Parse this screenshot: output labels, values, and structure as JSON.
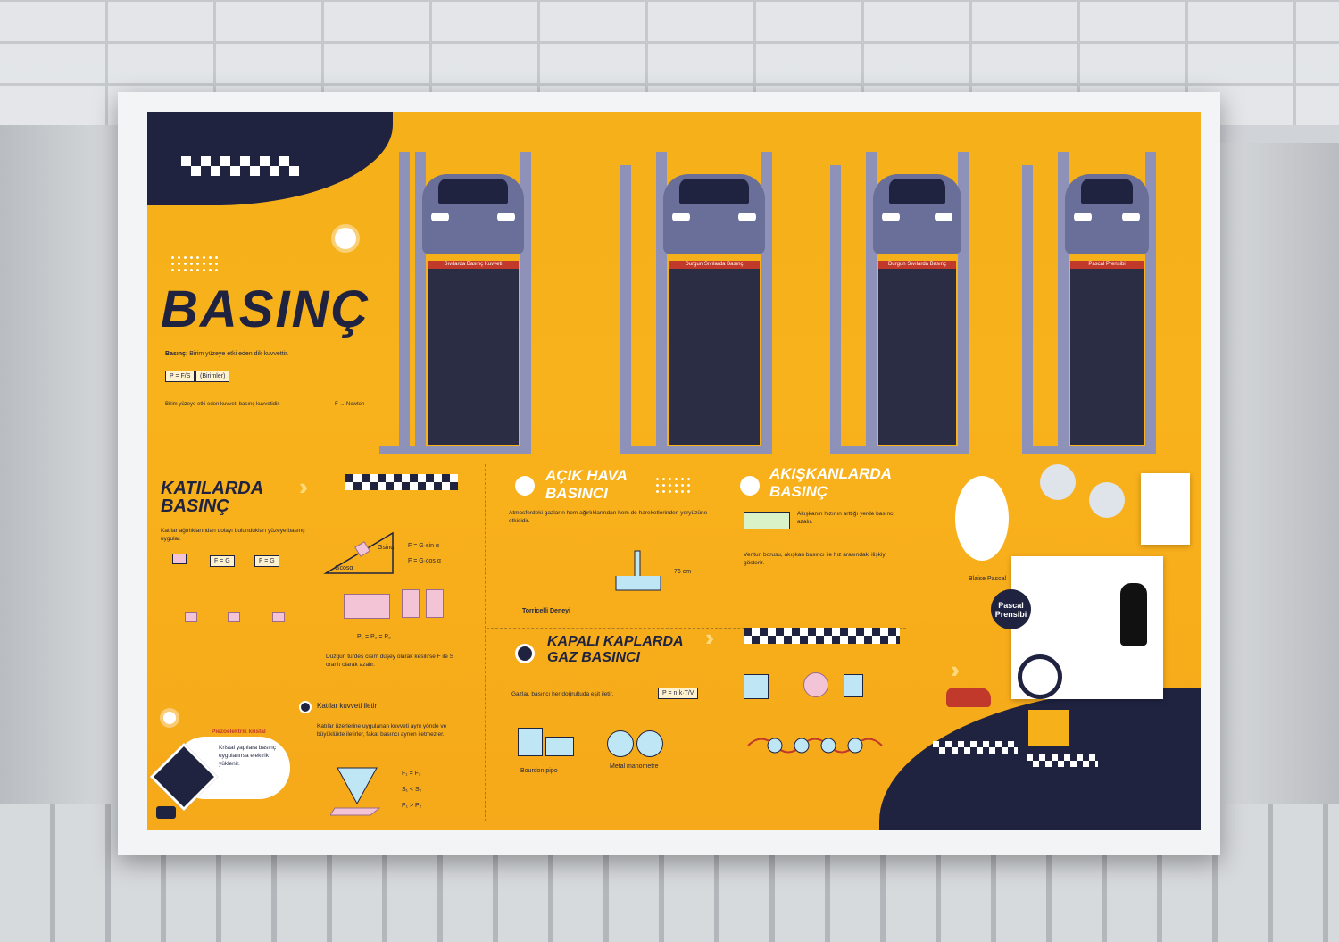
{
  "poster": {
    "title": "BASINÇ",
    "definition_label": "Basınç:",
    "definition_text": "Birim yüzeye etki eden dik kuvvettir.",
    "formula_1": "P = F/S",
    "formula_2": "(Birimler)",
    "unit_note": "Birim yüzeye etki eden kuvvet, basınç kuvvetidir.",
    "unit_label": "F → Newton"
  },
  "lifts": [
    {
      "board_title": "Sıvılarda Basınç Kuvveti"
    },
    {
      "board_title": "Durgun Sıvılarda Basınç"
    },
    {
      "board_title": "Durgun Sıvılarda Basınç"
    },
    {
      "board_title": "Pascal Prensibi"
    }
  ],
  "sections": {
    "solids": {
      "title_1": "KATILARDA",
      "title_2": "BASINÇ",
      "intro": "Katılar ağırlıklarından dolayı bulundukları yüzeye basınç uygular.",
      "formula_a": "F = G",
      "formula_b": "F = G·sin α",
      "formula_c": "F = G·cos α",
      "sin_label": "Gsinα",
      "cos_label": "Gcosα",
      "compare": "P₁ = P₂ = P₃",
      "note": "Düzgün türdeş cisim düşey olarak kesilirse F ile S oranlı olarak azalır.",
      "force_title": "Katılar kuvveti iletir",
      "force_text": "Katılar üzerlerine uygulanan kuvveti aynı yönde ve büyüklükte iletirler, fakat basıncı aynen iletmezler.",
      "eq_1": "F₁ = F₂",
      "eq_2": "S₁ < S₂",
      "eq_3": "P₁ > P₂",
      "piezo_title": "Piezoelektrik kristal",
      "piezo_text": "Kristal yapılara basınç uygulanırsa elektrik yüklenir."
    },
    "open_air": {
      "title_1": "AÇIK HAVA",
      "title_2": "BASINCI",
      "text": "Atmosferdeki gazların hem ağırlıklarından hem de hareketlerinden yeryüzüne etkisidir.",
      "label_1": "Torricelli Deneyi",
      "label_2": "76 cm"
    },
    "gas": {
      "title_1": "KAPALI KAPLARDA",
      "title_2": "GAZ BASINCI",
      "text": "Gazlar, basıncı her doğrultuda eşit iletir.",
      "formula": "P = n·k·T/V",
      "label_1": "Bourdon pipo",
      "label_2": "Metal manometre"
    },
    "fluids": {
      "title_1": "AKIŞKANLARDA",
      "title_2": "BASINÇ",
      "text": "Akışkanın hızının arttığı yerde basıncı azalır.",
      "text_2": "Venturi borusu, akışkan basıncı ile hız arasındaki ilişkiyi gösterir."
    },
    "pascal": {
      "badge_1": "Pascal",
      "badge_2": "Prensibi",
      "name": "Blaise Pascal"
    }
  },
  "colors": {
    "poster_bg": "#f6ae1b",
    "navy": "#1f2340",
    "lift": "#8f92b8",
    "board_header": "#c0392b"
  }
}
